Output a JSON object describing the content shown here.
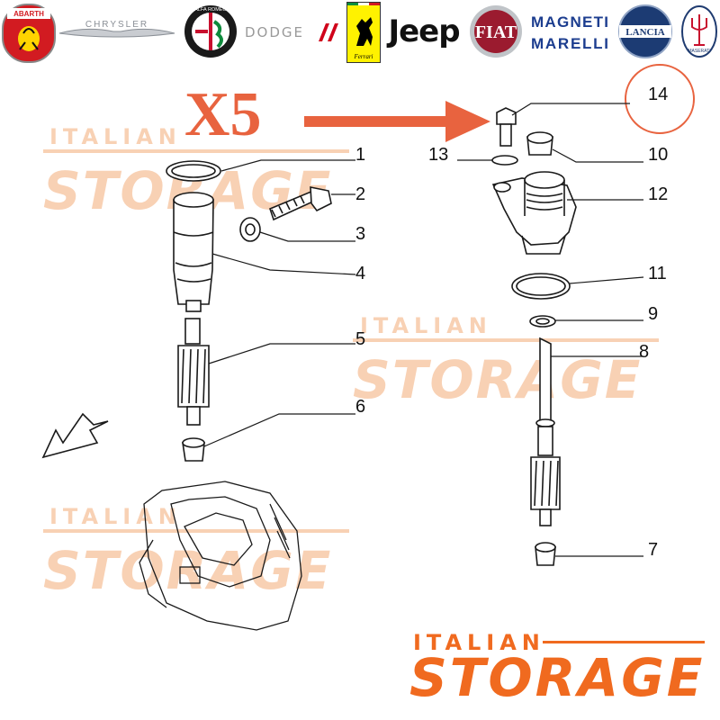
{
  "logos": [
    {
      "id": "abarth",
      "label": "ABARTH",
      "bg": "#d21b21",
      "fg": "#ffd400"
    },
    {
      "id": "chrysler",
      "label": "CHRYSLER",
      "bg": "#ffffff",
      "fg": "#8a8f96"
    },
    {
      "id": "alfa-romeo",
      "label": "ALFA ROMEO",
      "bg": "#ffffff",
      "fg": "#1a1a1a"
    },
    {
      "id": "dodge",
      "label": "DODGE",
      "bg": "#ffffff",
      "fg": "#9a9a9a",
      "accent": "#d0021b"
    },
    {
      "id": "ferrari",
      "label": "Ferrari",
      "bg": "#fff200",
      "fg": "#000000"
    },
    {
      "id": "jeep",
      "label": "Jeep",
      "bg": "#ffffff",
      "fg": "#111111"
    },
    {
      "id": "fiat",
      "label": "FIAT",
      "bg": "#9b1b2f",
      "fg": "#ffffff"
    },
    {
      "id": "magneti-marelli",
      "label": "MAGNETI MARELLI",
      "bg": "#ffffff",
      "fg": "#1c3d8f"
    },
    {
      "id": "lancia",
      "label": "LANCIA",
      "bg": "#1c3b73",
      "fg": "#ffffff"
    },
    {
      "id": "maserati",
      "label": "MASERATI",
      "bg": "#ffffff",
      "fg": "#1f3b70"
    }
  ],
  "quantity_label": "X5",
  "highlighted_part": "14",
  "callouts_left": [
    "1",
    "2",
    "3",
    "4",
    "5",
    "6"
  ],
  "callouts_right": [
    "14",
    "13",
    "10",
    "12",
    "11",
    "9",
    "8",
    "7"
  ],
  "watermark": {
    "line1": "ITALIAN",
    "line2": "STORAGE"
  },
  "brand": {
    "line1": "ITALIAN",
    "line2": "STORAGE"
  },
  "colors": {
    "accent": "#e8633f",
    "brand": "#f06a1f",
    "watermark": "#f7c9a8",
    "line": "#1a1a1a"
  }
}
